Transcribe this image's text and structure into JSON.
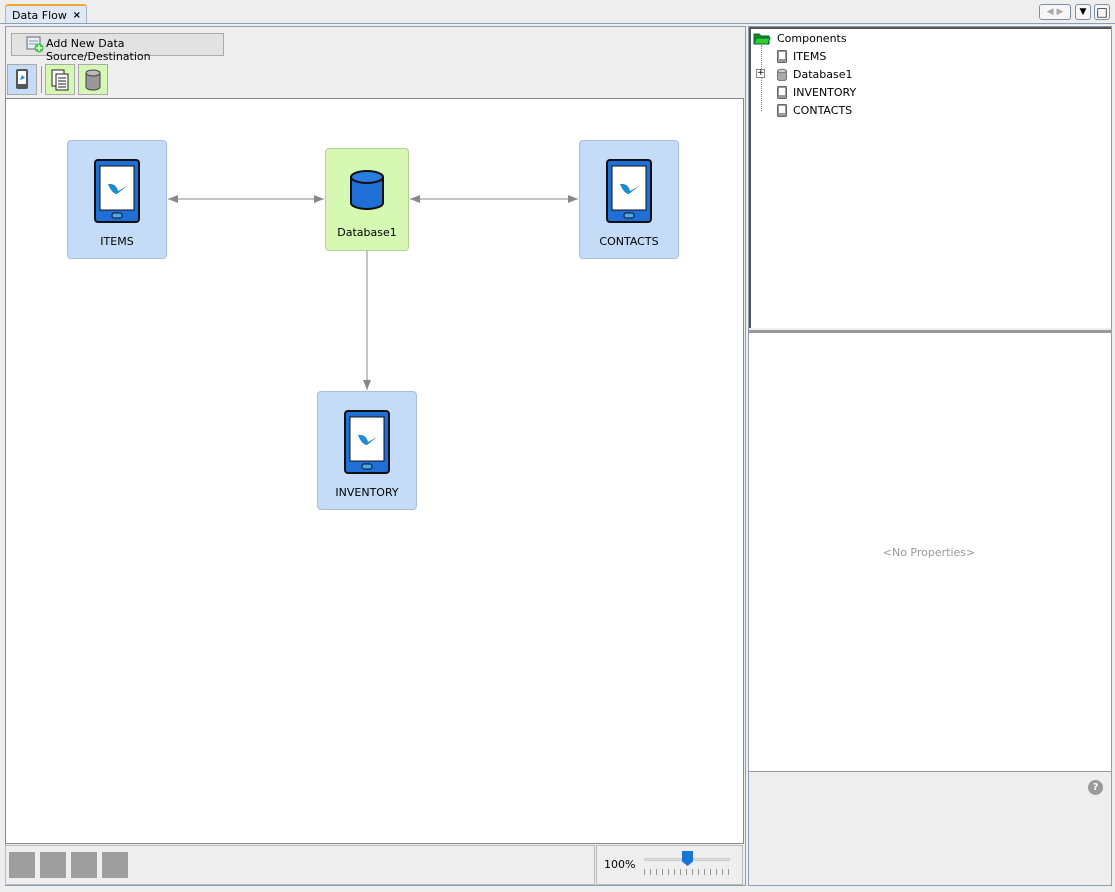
{
  "tab": {
    "title": "Data Flow",
    "close": "×"
  },
  "window_buttons": {
    "prev": "◀",
    "next": "▶",
    "menu": "▼",
    "maximize": "□"
  },
  "toolbar": {
    "add_label": "Add New Data Source/Destination"
  },
  "nodes": [
    {
      "label": "ITEMS",
      "type": "device"
    },
    {
      "label": "Database1",
      "type": "database"
    },
    {
      "label": "CONTACTS",
      "type": "device"
    },
    {
      "label": "INVENTORY",
      "type": "device"
    }
  ],
  "tree": {
    "root": "Components",
    "items": [
      {
        "label": "ITEMS"
      },
      {
        "label": "Database1"
      },
      {
        "label": "INVENTORY"
      },
      {
        "label": "CONTACTS"
      }
    ]
  },
  "properties": {
    "empty": "<No Properties>"
  },
  "zoom": {
    "label": "100%",
    "value": 100
  },
  "colors": {
    "device_bg": "#c4dcf8",
    "db_bg": "#d5f8b2",
    "accent": "#1f6fd6"
  }
}
